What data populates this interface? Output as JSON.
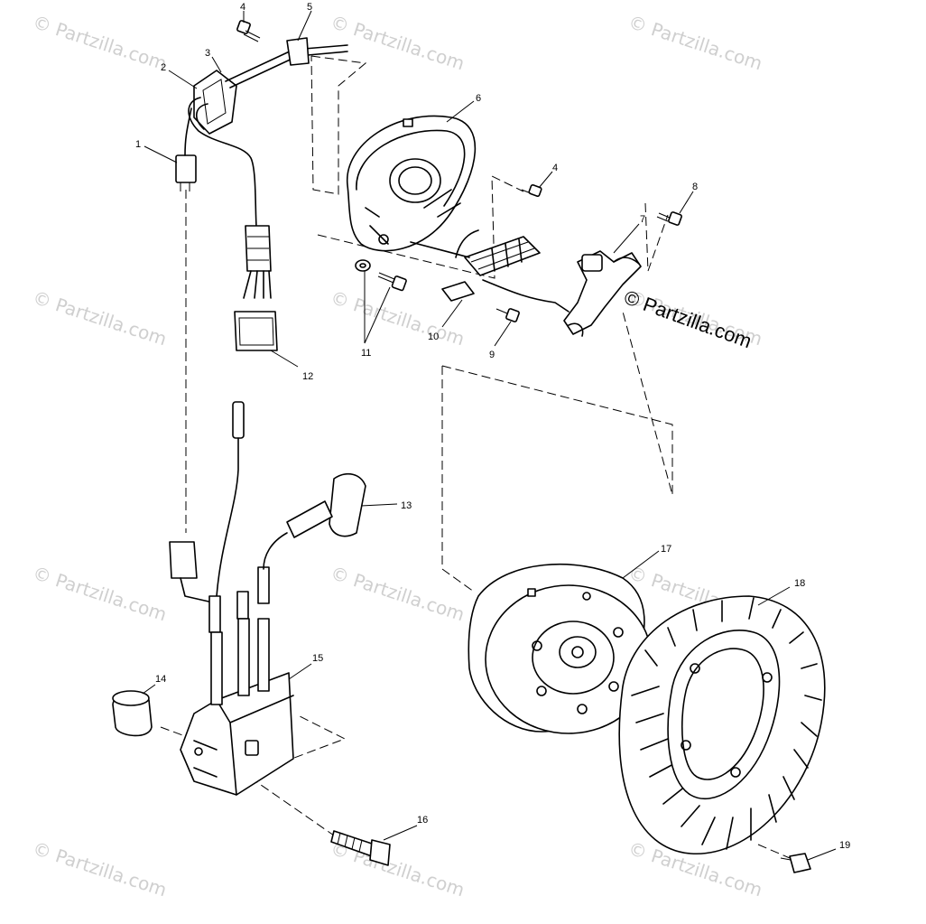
{
  "watermark_text": "© Partzilla.com",
  "copyright": "© Partzilla.com",
  "callouts": [
    "1",
    "2",
    "3",
    "4",
    "5",
    "6",
    "4",
    "8",
    "7",
    "11",
    "10",
    "9",
    "12",
    "13",
    "17",
    "18",
    "14",
    "15",
    "16",
    "19"
  ]
}
